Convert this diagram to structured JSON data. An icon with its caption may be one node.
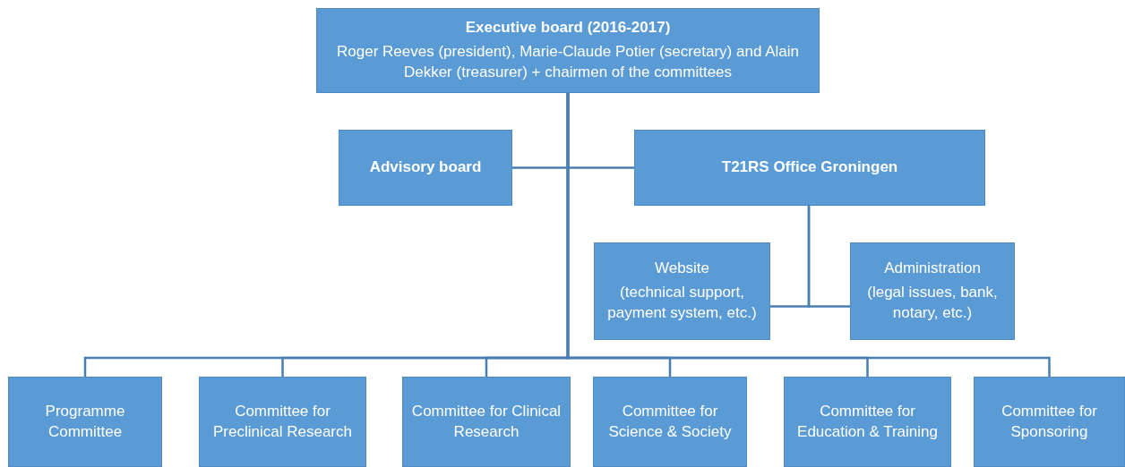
{
  "diagram": {
    "nodes": [
      {
        "text": [
          "Executive board (2016-2017)",
          "Roger Reeves (president), Marie-Claude Potier (secretary) and Alain Dekker (treasurer) + chairmen of the committees"
        ]
      },
      {
        "text": [
          "Advisory board"
        ]
      },
      {
        "text": [
          "T21RS Office Groningen"
        ]
      },
      {
        "text": [
          "Website",
          "(technical support, payment system, etc.)"
        ]
      },
      {
        "text": [
          "Administration",
          "(legal issues, bank, notary, etc.)"
        ]
      },
      {
        "text": [
          "Programme Committee"
        ]
      },
      {
        "text": [
          "Committee for Preclinical Research"
        ]
      },
      {
        "text": [
          "Committee for Clinical Research"
        ]
      },
      {
        "text": [
          "Committee for Science & Society"
        ]
      },
      {
        "text": [
          "Committee for Education & Training"
        ]
      },
      {
        "text": [
          "Committee for Sponsoring"
        ]
      }
    ],
    "edges": [
      {
        "from": 0,
        "to": 1,
        "arrow": "none"
      },
      {
        "from": 0,
        "to": 2,
        "arrow": "none"
      },
      {
        "from": 2,
        "to": 3,
        "arrow": "none"
      },
      {
        "from": 2,
        "to": 4,
        "arrow": "none"
      },
      {
        "from": 0,
        "to": 5,
        "arrow": "none"
      },
      {
        "from": 0,
        "to": 6,
        "arrow": "none"
      },
      {
        "from": 0,
        "to": 7,
        "arrow": "none"
      },
      {
        "from": 0,
        "to": 8,
        "arrow": "none"
      },
      {
        "from": 0,
        "to": 9,
        "arrow": "none"
      },
      {
        "from": 0,
        "to": 10,
        "arrow": "none"
      }
    ]
  }
}
